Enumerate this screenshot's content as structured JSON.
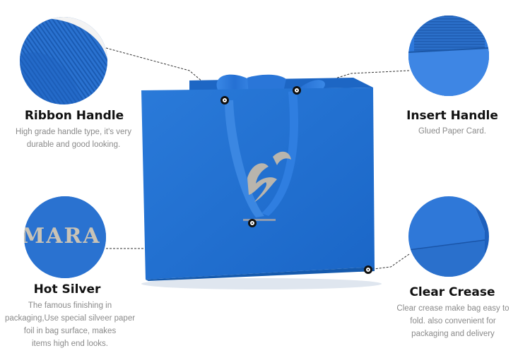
{
  "features": {
    "ribbon_handle": {
      "title": "Ribbon Handle",
      "description": "High grade handle type, it's very durable and good looking."
    },
    "insert_handle": {
      "title": "Insert Handle",
      "description": "Glued Paper Card."
    },
    "hot_silver": {
      "title": "Hot Silver",
      "description_lines": [
        "The famous finishing in",
        "packaging,Use special silveer paper",
        "foil in bag surface, makes",
        "items high end looks."
      ],
      "detail_text": "MARA"
    },
    "clear_crease": {
      "title": "Clear Crease",
      "description_lines": [
        "Clear crease make bag easy to",
        "fold. also convenient for",
        "packaging and delivery"
      ]
    }
  },
  "colors": {
    "bag_blue": "#1f6fd1",
    "bag_blue_dark": "#155aad",
    "ribbon_blue": "#2f7ee0",
    "foil_silver": "#b9b5ad",
    "title_text": "#111111",
    "desc_text": "#8a8a8a"
  }
}
